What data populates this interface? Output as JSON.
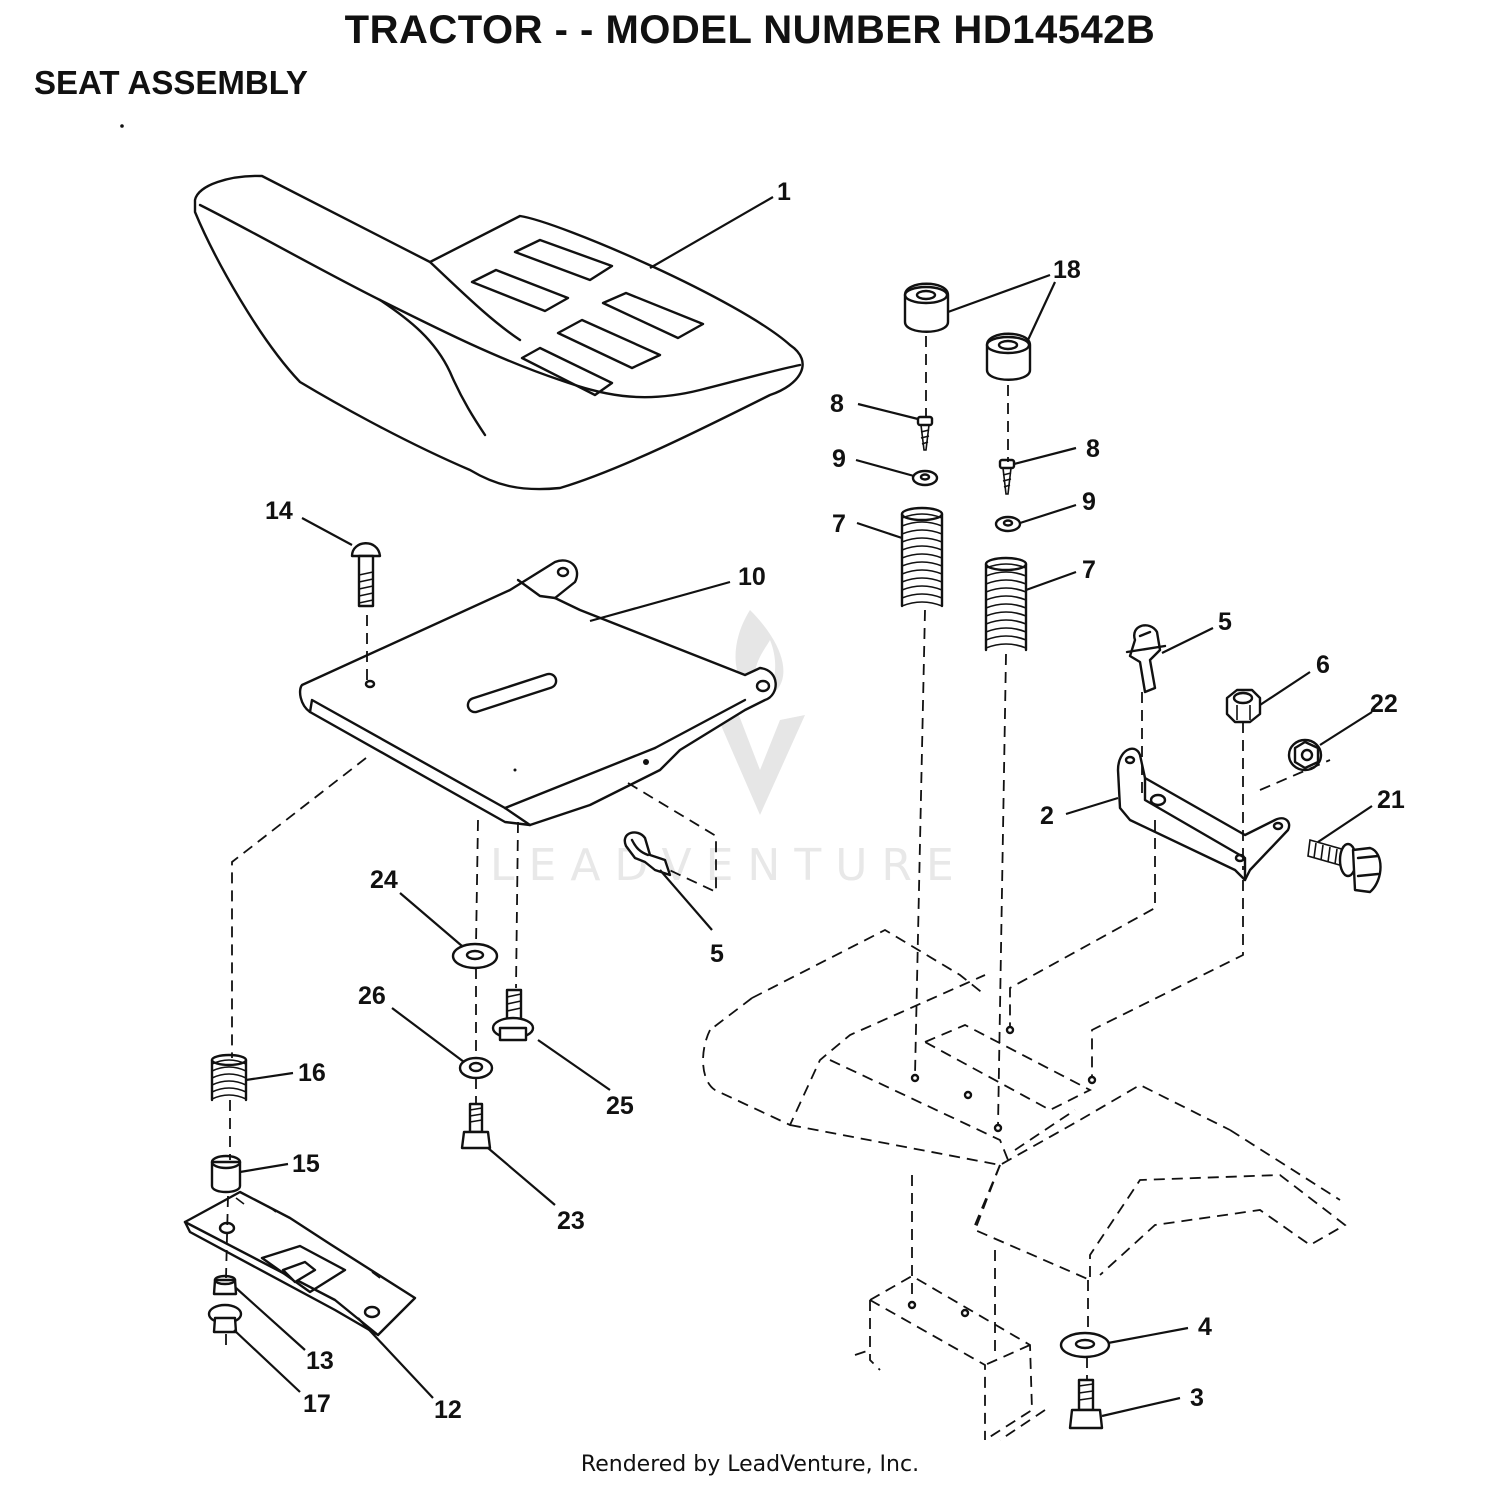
{
  "header": {
    "title": "TRACTOR - - MODEL NUMBER HD14542B",
    "subtitle": "SEAT ASSEMBLY"
  },
  "watermark": {
    "text": "LEADVENTURE"
  },
  "footer": {
    "text": "Rendered by LeadVenture, Inc."
  },
  "callouts": {
    "c1": "1",
    "c18": "18",
    "c8a": "8",
    "c8b": "8",
    "c9a": "9",
    "c9b": "9",
    "c7a": "7",
    "c7b": "7",
    "c14": "14",
    "c10": "10",
    "c5a": "5",
    "c5b": "5",
    "c6": "6",
    "c22": "22",
    "c2": "2",
    "c21": "21",
    "c24": "24",
    "c26": "26",
    "c25": "25",
    "c16": "16",
    "c15": "15",
    "c23": "23",
    "c13": "13",
    "c17": "17",
    "c12": "12",
    "c4": "4",
    "c3": "3"
  }
}
